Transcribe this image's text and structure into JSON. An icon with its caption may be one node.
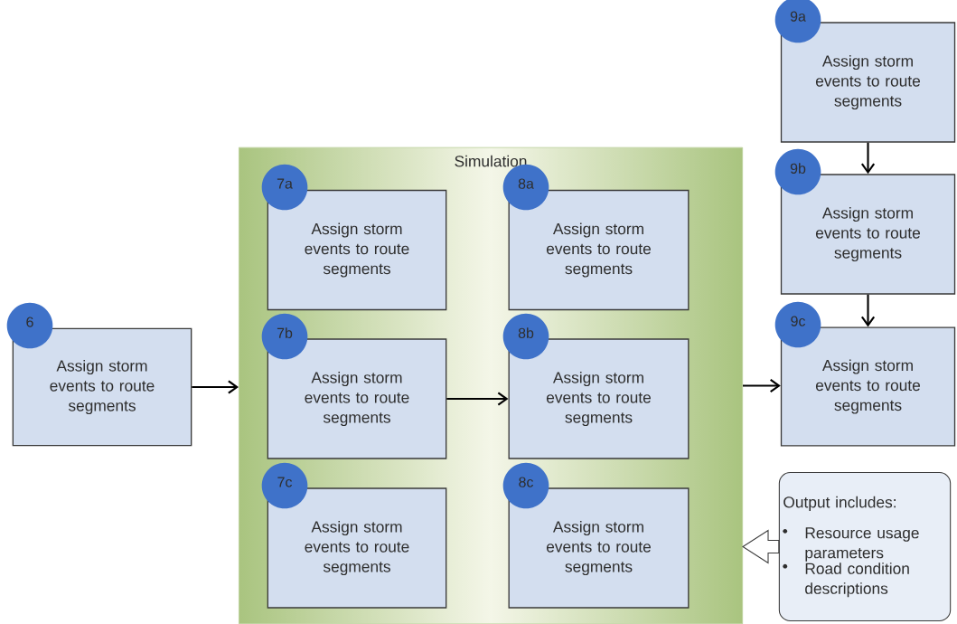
{
  "diagram": {
    "nodes": [
      {
        "text": [
          "6",
          "Assign storm events to route segments"
        ]
      },
      {
        "text": [
          "Simulation"
        ]
      },
      {
        "text": [
          "7a",
          "Assign storm events to route segments"
        ],
        "in": 1
      },
      {
        "text": [
          "8a",
          "Assign storm events to route segments"
        ],
        "in": 1
      },
      {
        "text": [
          "7b",
          "Assign storm events to route segments"
        ],
        "in": 1
      },
      {
        "text": [
          "8b",
          "Assign storm events to route segments"
        ],
        "in": 1
      },
      {
        "text": [
          "7c",
          "Assign storm events to route segments"
        ],
        "in": 1
      },
      {
        "text": [
          "8c",
          "Assign storm events to route segments"
        ],
        "in": 1
      },
      {
        "text": [
          "9a",
          "Assign storm events to route segments"
        ]
      },
      {
        "text": [
          "9b",
          "Assign storm events to route segments"
        ]
      },
      {
        "text": [
          "9c",
          "Assign storm events to route segments"
        ]
      },
      {
        "text": [
          "Output includes:",
          "Resource usage parameters",
          "Road condition descriptions"
        ]
      }
    ],
    "edges": [
      {
        "from": 0,
        "to": 1,
        "arrow": "to"
      },
      {
        "from": 4,
        "to": 5,
        "arrow": "to"
      },
      {
        "from": 1,
        "to": 10,
        "arrow": "to"
      },
      {
        "from": 8,
        "to": 9,
        "arrow": "to"
      },
      {
        "from": 9,
        "to": 10,
        "arrow": "to"
      },
      {
        "from": 11,
        "to": 1,
        "arrow": "to",
        "style": "thick"
      }
    ]
  }
}
